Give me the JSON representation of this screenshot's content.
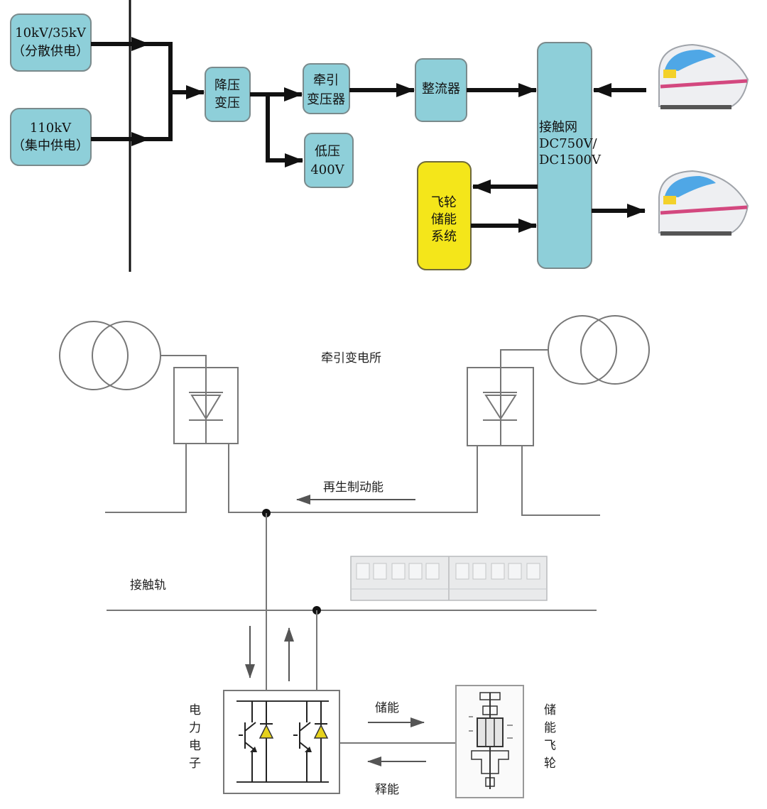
{
  "top": {
    "src_10kv": [
      "10kV/35kV",
      "（分散供电）"
    ],
    "src_110kv": [
      "110kV",
      "（集中供电）"
    ],
    "step_down": [
      "降压",
      "变压"
    ],
    "traction_tf": [
      "牵引",
      "变压器"
    ],
    "rectifier": "整流器",
    "low_voltage": [
      "低压",
      "400V"
    ],
    "catenary": [
      "接触网",
      "DC750V/",
      "DC1500V"
    ],
    "flywheel_sys": [
      "飞轮",
      "储能",
      "系统"
    ]
  },
  "bottom": {
    "substation": "牵引变电所",
    "regen": "再生制动能",
    "rail": "接触轨",
    "power_electronics": [
      "电",
      "力",
      "电",
      "子"
    ],
    "store": "储能",
    "release": "释能",
    "flywheel": [
      "储",
      "能",
      "飞",
      "轮"
    ]
  },
  "colors": {
    "box": "#8ecfd9",
    "flywheel_box": "#f4e61a",
    "diode": "#e6d21c"
  }
}
